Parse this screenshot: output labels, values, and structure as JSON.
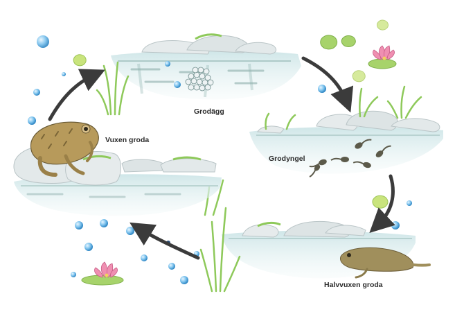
{
  "diagram": {
    "stages": [
      {
        "id": "eggs",
        "label": "Grodägg"
      },
      {
        "id": "tadpole",
        "label": "Grodyngel"
      },
      {
        "id": "froglet",
        "label": "Halvvuxen groda"
      },
      {
        "id": "adult",
        "label": "Vuxen groda"
      }
    ],
    "colors": {
      "water": "#c9e3e6",
      "water_dark": "#7fa7a4",
      "rock": "#e6ebec",
      "plant": "#8ec95a",
      "arrow": "#3b3b3b",
      "bubble": "#3d9bd6",
      "lily_pink": "#ef8fb1",
      "frog": "#b79a5b"
    }
  }
}
